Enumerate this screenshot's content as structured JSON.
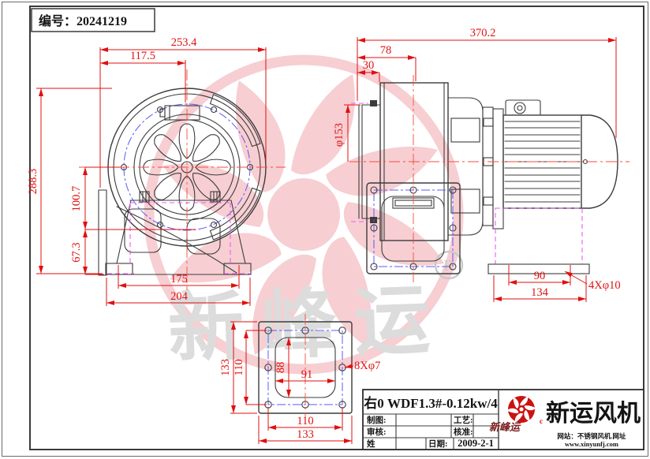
{
  "page": {
    "serial": "编号：20241219"
  },
  "colors": {
    "line": "#3c3c3c",
    "dimension": "#e01010",
    "centerline": "#f44d3c",
    "bolt_line": "#5b5bf5",
    "phantom": "#f25af2",
    "watermark_pink": "#f7ced2",
    "watermark_gray": "#dcdcdc",
    "logo_red": "#cc1111"
  },
  "views": {
    "front": {
      "dims": {
        "total_width": "253.4",
        "inlet_offset": "117.5",
        "total_height": "288.3",
        "mid_height": "100.7",
        "base_height": "67.3",
        "foot_span": "175",
        "base_width": "204"
      }
    },
    "side": {
      "dims": {
        "total_length": "370.2",
        "inlet_depth": "78",
        "flange_depth": "30",
        "inlet_diameter": "φ153",
        "base_hole_span": "90",
        "base_width": "134",
        "base_holes": "4Xφ10"
      }
    },
    "flange": {
      "dims": {
        "outer_v": "133",
        "bolt_v": "110",
        "opening_v": "88",
        "opening_h": "91",
        "holes": "8Xφ7",
        "bolt_h": "110",
        "outer_h": "133"
      }
    }
  },
  "watermark": {
    "brand": "新峰运",
    "registered": "R"
  },
  "title_block": {
    "model": "右0 WDF1.3#-0.12kw/4",
    "labels": {
      "draft": "制图:",
      "audit": "审核:",
      "name": "姓",
      "process": "工艺:",
      "approve": "核准:",
      "date": "日期:"
    },
    "date_value": "2009-2-1",
    "brand_script": "新峰运",
    "brand_mark": "c",
    "company": "新运风机",
    "site_line1": "网站：不锈钢风机.网址",
    "site_line2": "www.xinyunfj.com"
  }
}
